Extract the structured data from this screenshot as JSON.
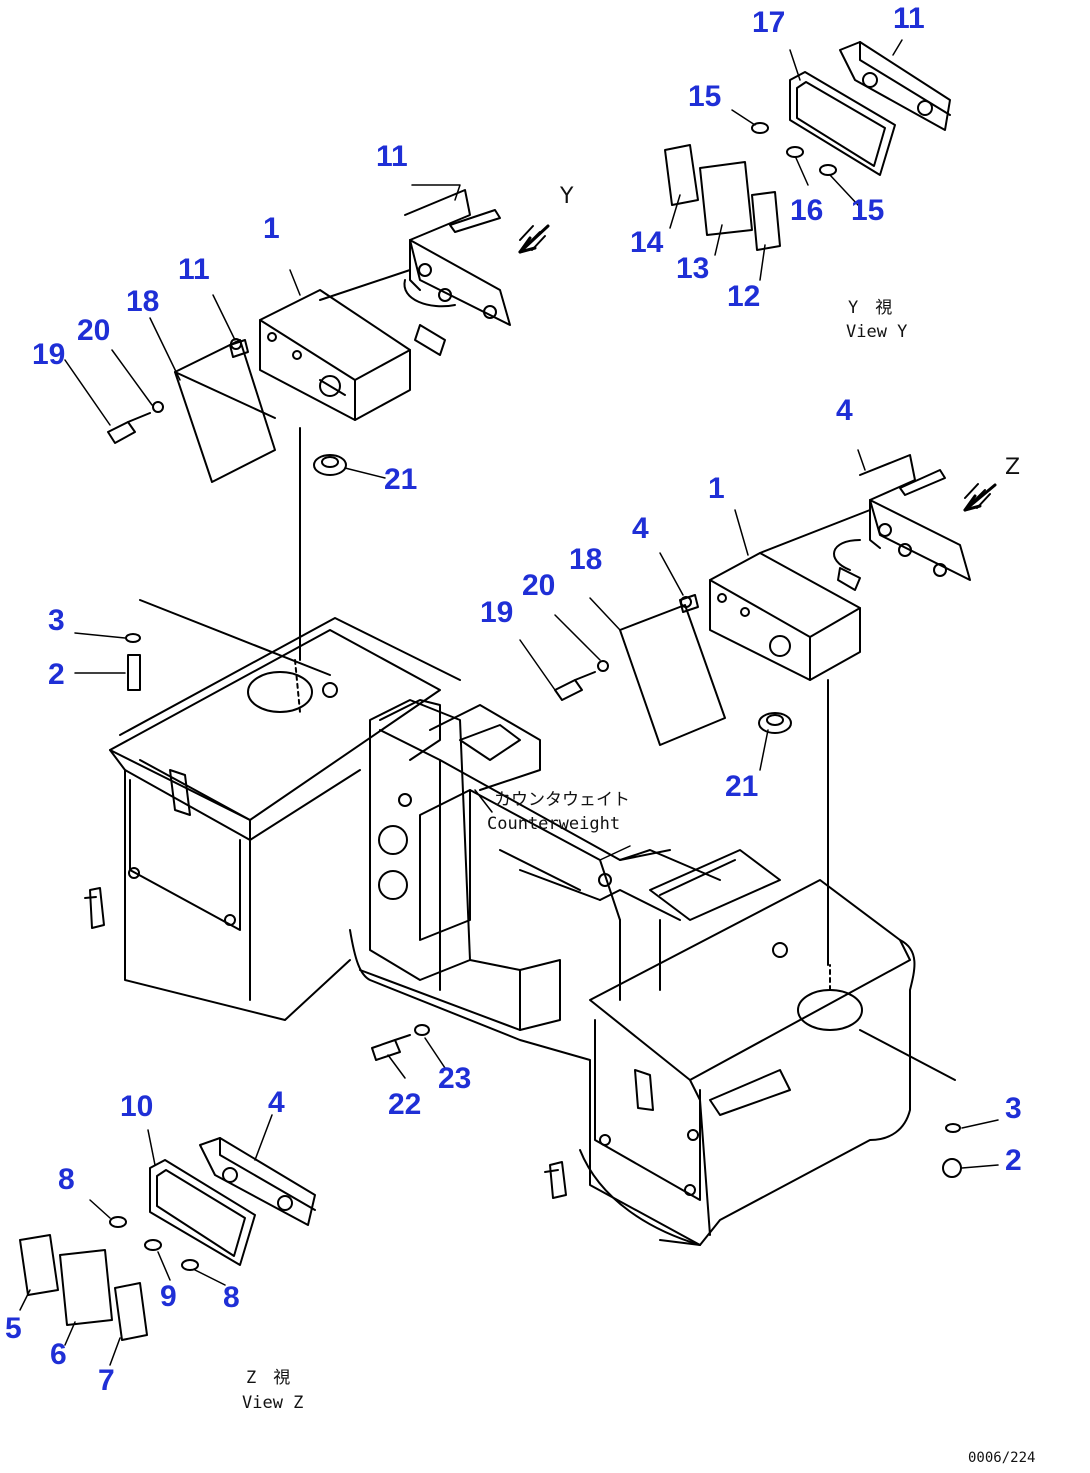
{
  "colors": {
    "callout": "#1f2fd6",
    "line": "#000000",
    "background": "#ffffff"
  },
  "callouts": [
    {
      "id": "c11-yt",
      "label": "11"
    },
    {
      "id": "c17",
      "label": "17"
    },
    {
      "id": "c15-a",
      "label": "15"
    },
    {
      "id": "c16",
      "label": "16"
    },
    {
      "id": "c15-b",
      "label": "15"
    },
    {
      "id": "c14",
      "label": "14"
    },
    {
      "id": "c13",
      "label": "13"
    },
    {
      "id": "c12",
      "label": "12"
    },
    {
      "id": "c11-top",
      "label": "11"
    },
    {
      "id": "c1-top",
      "label": "1"
    },
    {
      "id": "c11-left",
      "label": "11"
    },
    {
      "id": "c18-top",
      "label": "18"
    },
    {
      "id": "c20-top",
      "label": "20"
    },
    {
      "id": "c19-top",
      "label": "19"
    },
    {
      "id": "c21-top",
      "label": "21"
    },
    {
      "id": "c4-right",
      "label": "4"
    },
    {
      "id": "c1-right",
      "label": "1"
    },
    {
      "id": "c4-mid",
      "label": "4"
    },
    {
      "id": "c18-mid",
      "label": "18"
    },
    {
      "id": "c20-mid",
      "label": "20"
    },
    {
      "id": "c19-mid",
      "label": "19"
    },
    {
      "id": "c21-mid",
      "label": "21"
    },
    {
      "id": "c3-left",
      "label": "3"
    },
    {
      "id": "c2-left",
      "label": "2"
    },
    {
      "id": "c22",
      "label": "22"
    },
    {
      "id": "c23",
      "label": "23"
    },
    {
      "id": "c3-right",
      "label": "3"
    },
    {
      "id": "c2-right",
      "label": "2"
    },
    {
      "id": "c10",
      "label": "10"
    },
    {
      "id": "c4-zv",
      "label": "4"
    },
    {
      "id": "c8-a",
      "label": "8"
    },
    {
      "id": "c9",
      "label": "9"
    },
    {
      "id": "c8-b",
      "label": "8"
    },
    {
      "id": "c5",
      "label": "5"
    },
    {
      "id": "c6",
      "label": "6"
    },
    {
      "id": "c7",
      "label": "7"
    }
  ],
  "notes": {
    "view_y_jp": "Y　視",
    "view_y_en": "View Y",
    "view_z_jp": "Z　視",
    "view_z_en": "View Z",
    "counterweight_jp": "カウンタウェイト",
    "counterweight_en": "Counterweight",
    "arrow_y": "Y",
    "arrow_z": "Z",
    "drawing_number": "0006/224"
  }
}
